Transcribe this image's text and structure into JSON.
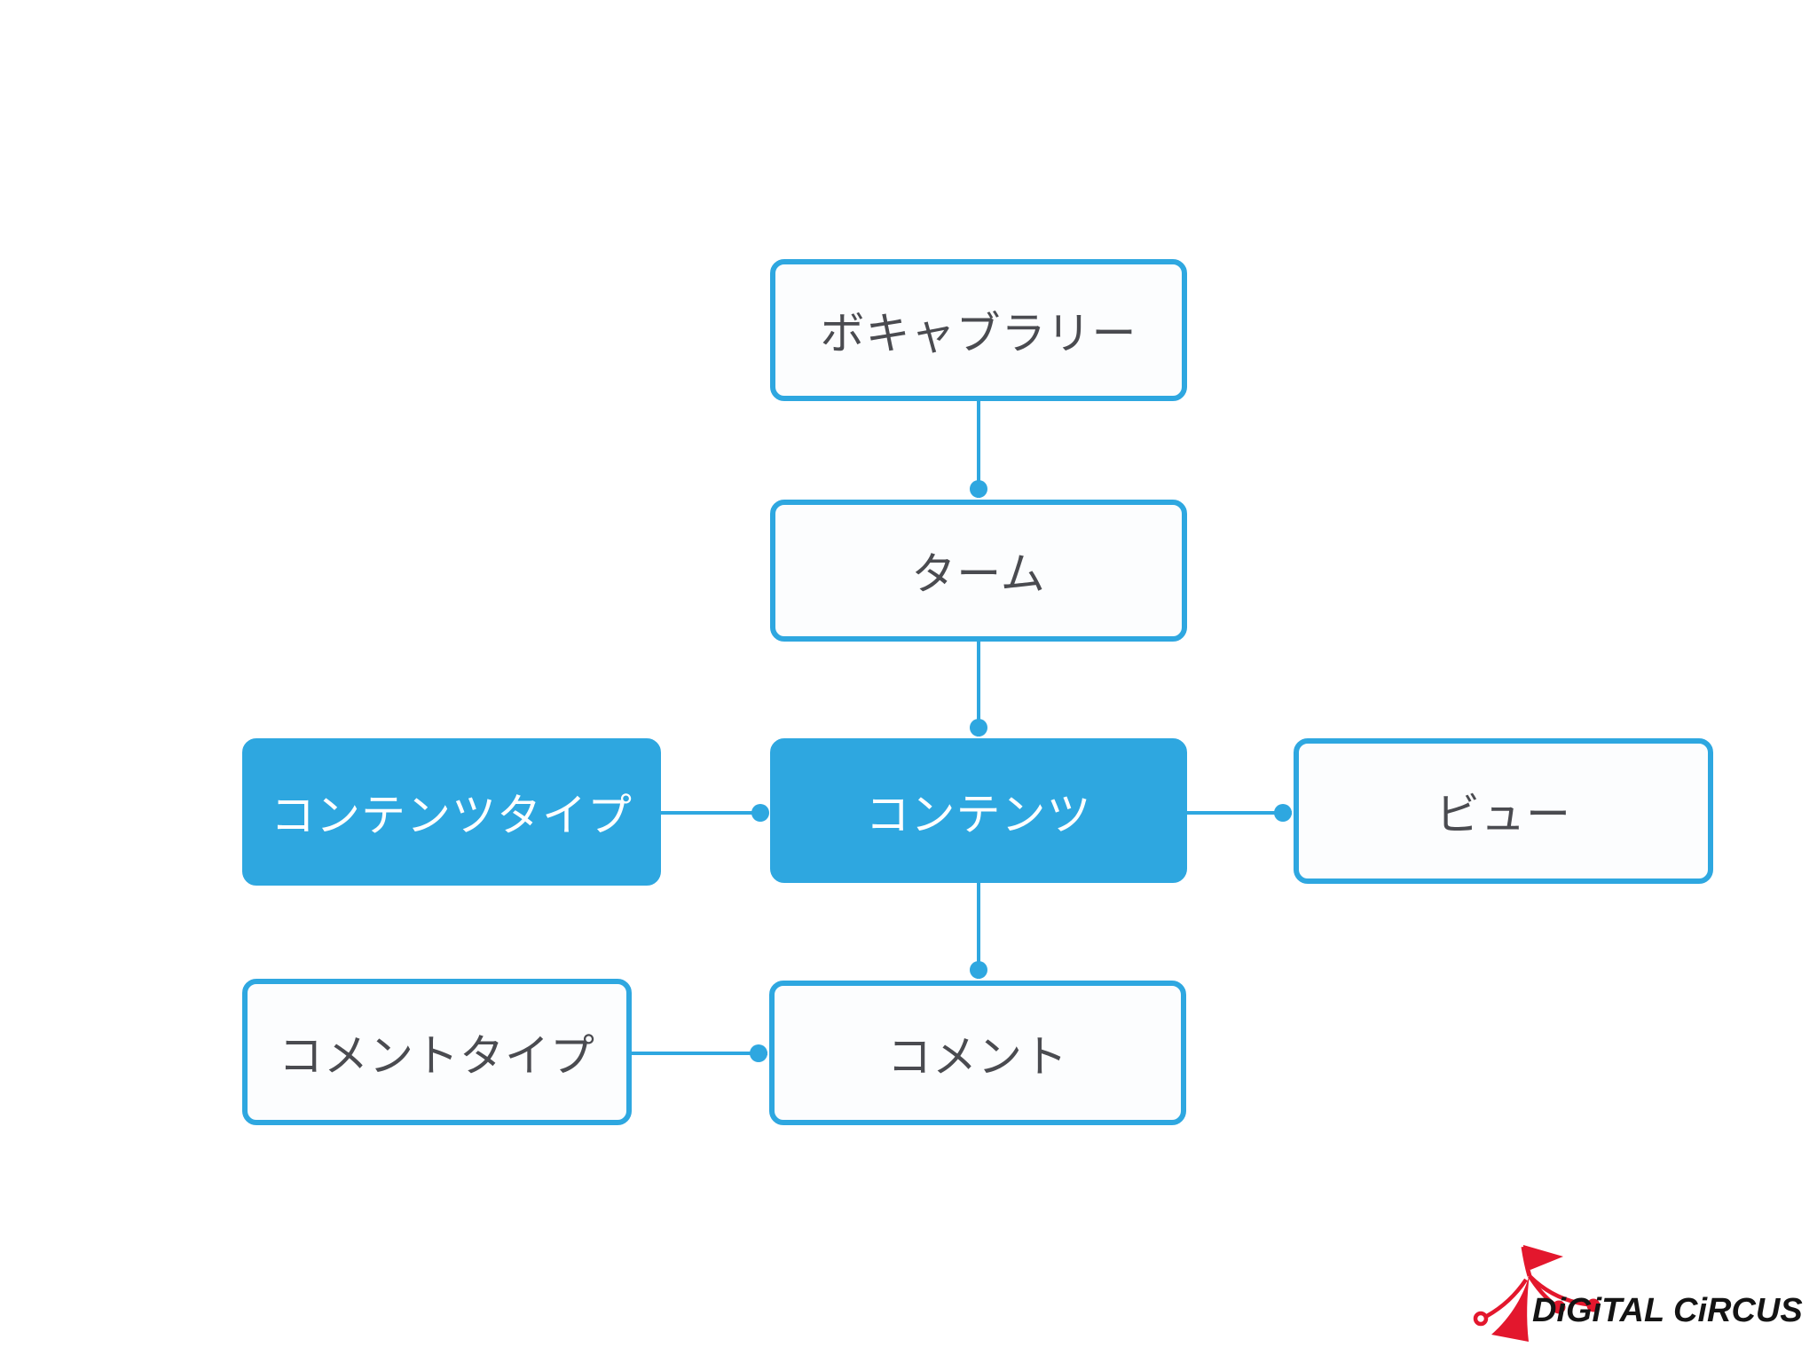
{
  "canvas": {
    "background": "#ffffff"
  },
  "diagram": {
    "nodes": {
      "vocabulary": {
        "label": "ボキャブラリー",
        "style": "outline"
      },
      "term": {
        "label": "ターム",
        "style": "outline"
      },
      "content_type": {
        "label": "コンテンツタイプ",
        "style": "filled"
      },
      "content": {
        "label": "コンテンツ",
        "style": "filled"
      },
      "view": {
        "label": "ビュー",
        "style": "outline"
      },
      "comment_type": {
        "label": "コメントタイプ",
        "style": "outline"
      },
      "comment": {
        "label": "コメント",
        "style": "outline"
      }
    },
    "edges": [
      {
        "from": "vocabulary",
        "to": "term"
      },
      {
        "from": "term",
        "to": "content"
      },
      {
        "from": "content_type",
        "to": "content"
      },
      {
        "from": "content",
        "to": "view"
      },
      {
        "from": "content",
        "to": "comment"
      },
      {
        "from": "comment_type",
        "to": "comment"
      }
    ],
    "colors": {
      "accent_blue": "#2EA7E0",
      "node_fill_light": "#FCFDFE",
      "node_text_dark": "#4A4B50",
      "node_text_light": "#FFFFFF"
    }
  },
  "logo": {
    "text": "DiGiTAL CiRCUS",
    "text_color": "#141414",
    "icon": "circus-tent-icon",
    "icon_color": "#E3172D"
  }
}
